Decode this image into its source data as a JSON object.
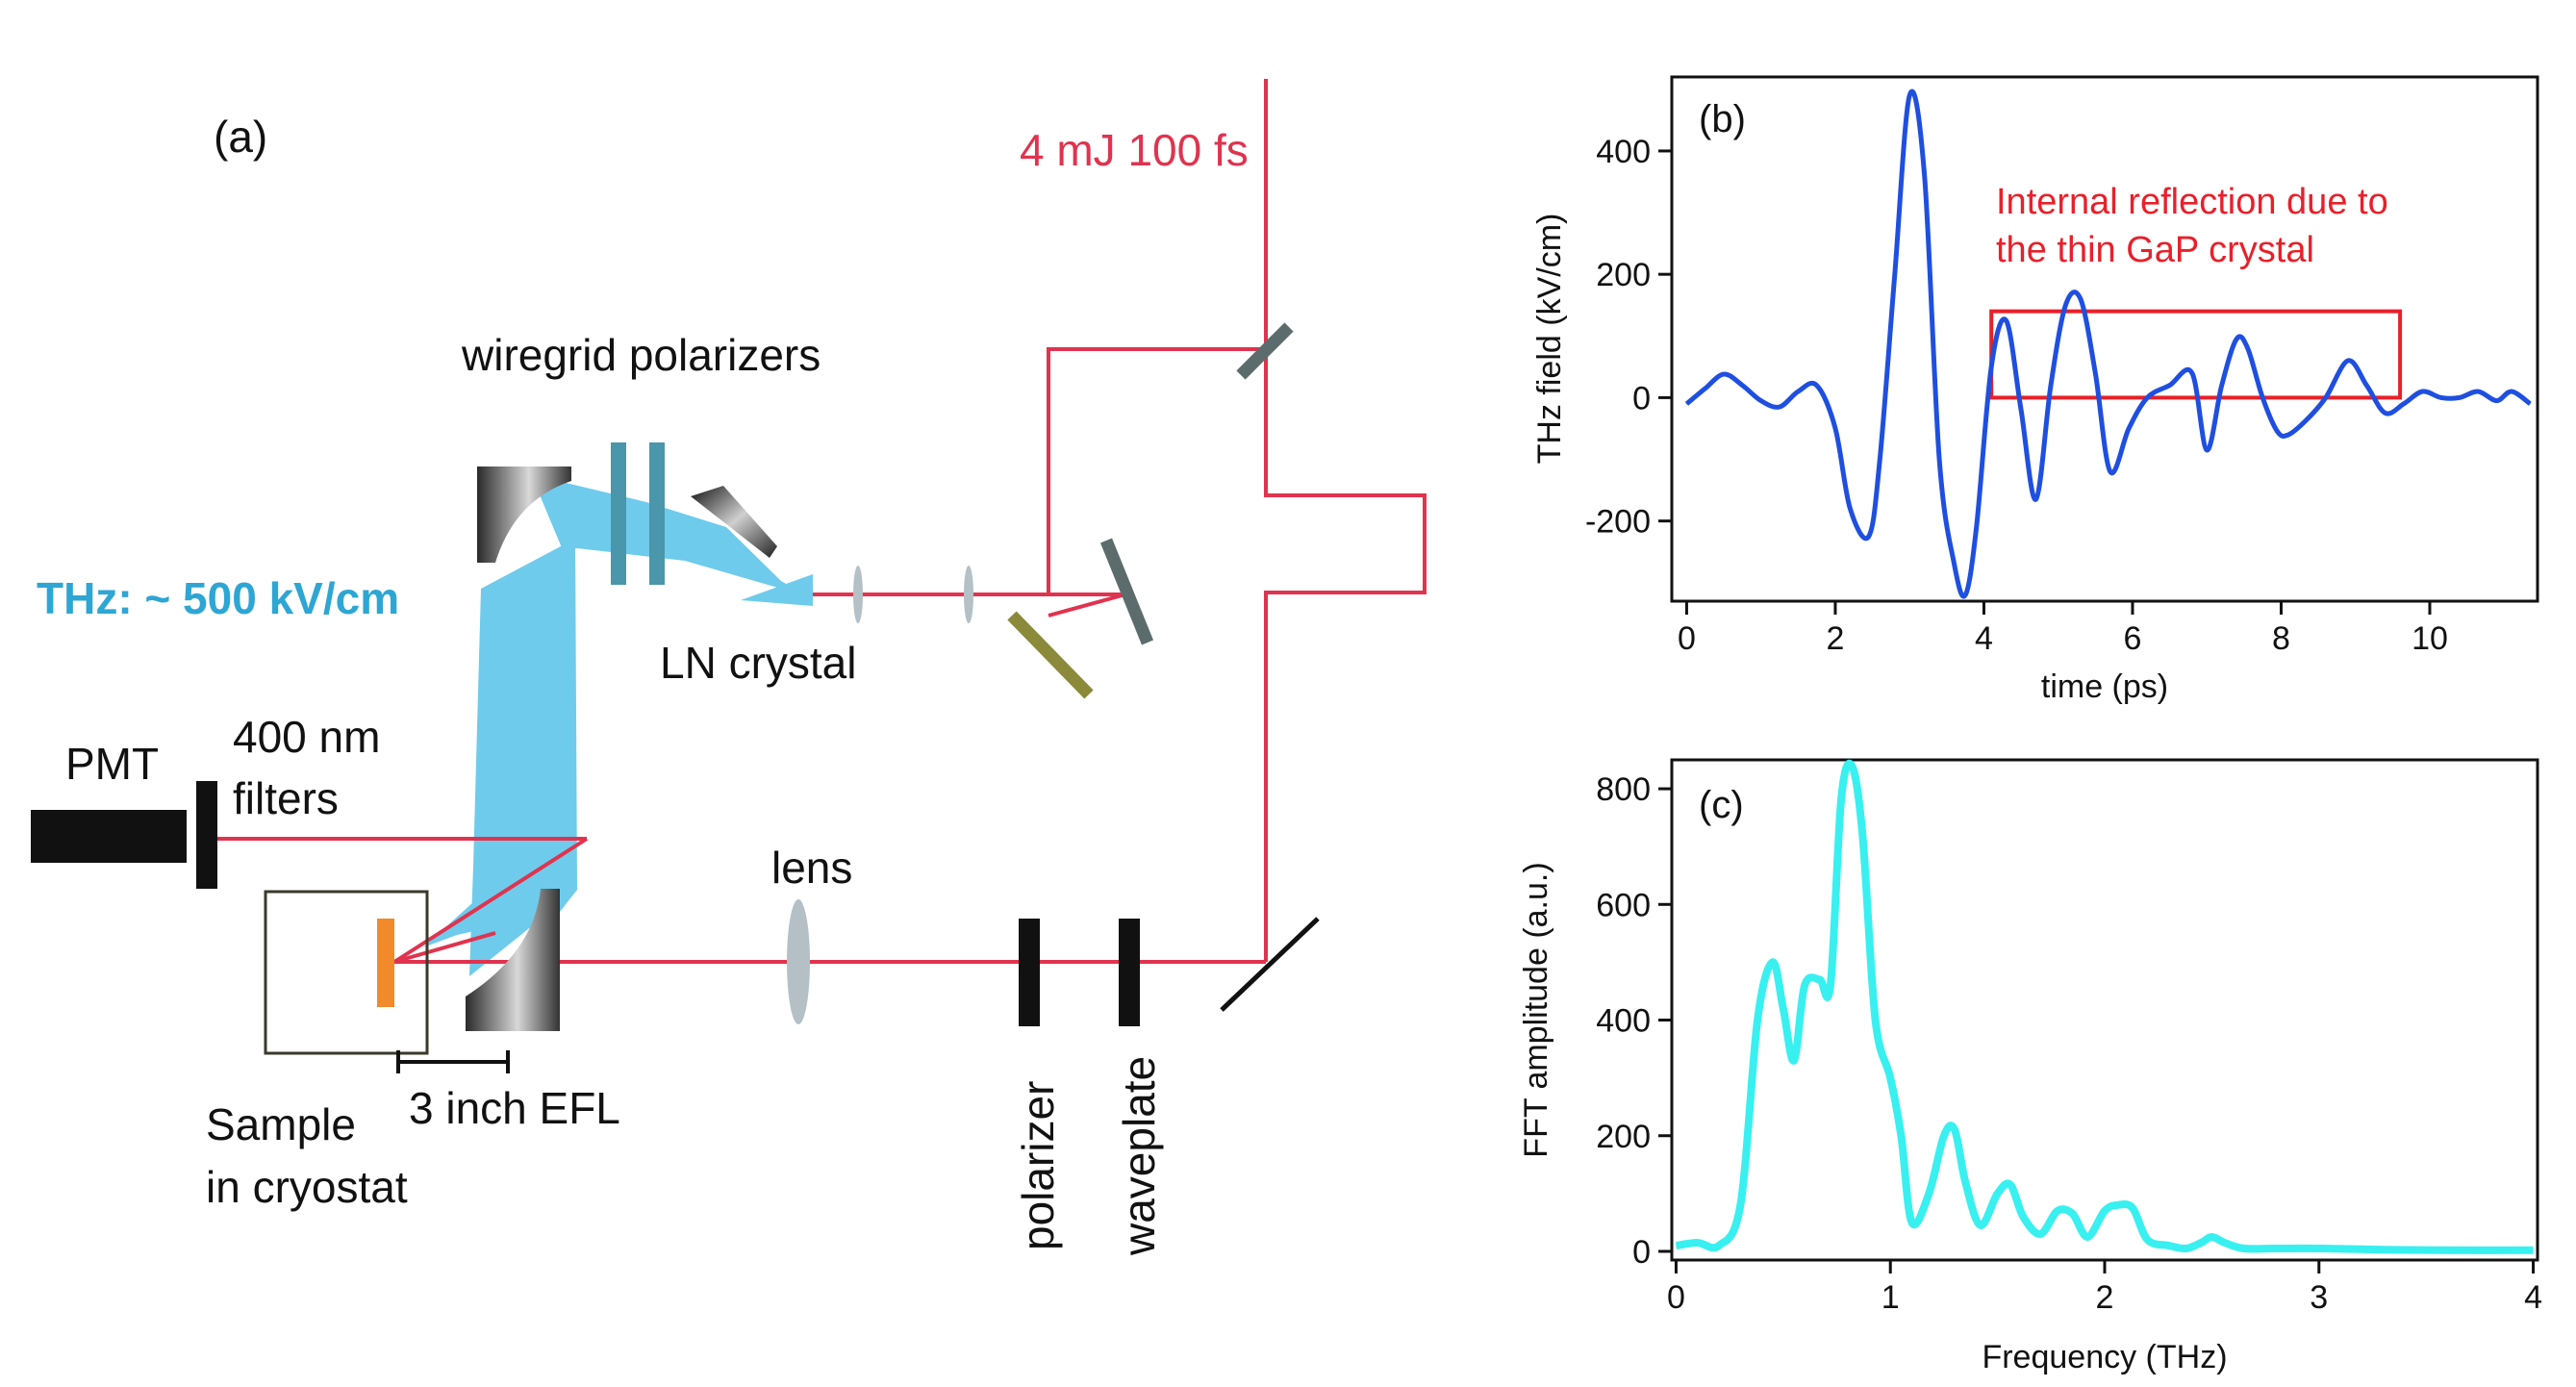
{
  "panel_a": {
    "letter": "(a)",
    "laser": "4 mJ 100 fs",
    "wiregrid": "wiregrid polarizers",
    "thz": "THz: ~ 500 kV/cm",
    "ln_crystal": "LN crystal",
    "pmt": "PMT",
    "filters_line1": "400 nm",
    "filters_line2": "filters",
    "lens": "lens",
    "efl": "3 inch EFL",
    "sample_line1": "Sample",
    "sample_line2": "in cryostat",
    "polarizer": "polarizer",
    "waveplate": "waveplate"
  },
  "colors": {
    "beam": "#e0334f",
    "thz": "#6ecbec",
    "thz_text": "#2ea6d4",
    "red_text": "#e8202a",
    "field_trace": "#1f4fe0",
    "fft_trace": "#38f0f0"
  },
  "chart_data": [
    {
      "type": "line",
      "panel": "(b)",
      "xlabel": "time (ps)",
      "ylabel": "THz field (kV/cm)",
      "xlim": [
        -0.2,
        11.45
      ],
      "ylim": [
        -330,
        520
      ],
      "xticks": [
        0,
        2,
        4,
        6,
        8,
        10
      ],
      "yticks": [
        -200,
        0,
        200,
        400
      ],
      "annotation_line1": "Internal reflection due to",
      "annotation_line2": "the thin GaP crystal",
      "annotation_box": {
        "x": [
          4.1,
          9.6
        ],
        "y": [
          0,
          140
        ]
      },
      "x": [
        0,
        0.25,
        0.5,
        0.75,
        1.0,
        1.25,
        1.5,
        1.75,
        2.0,
        2.2,
        2.45,
        2.6,
        2.8,
        3.0,
        3.2,
        3.4,
        3.6,
        3.75,
        3.9,
        4.1,
        4.3,
        4.5,
        4.7,
        4.9,
        5.1,
        5.3,
        5.5,
        5.7,
        5.95,
        6.2,
        6.5,
        6.8,
        7.0,
        7.2,
        7.4,
        7.55,
        7.75,
        7.95,
        8.1,
        8.35,
        8.6,
        8.9,
        9.15,
        9.4,
        9.65,
        9.9,
        10.15,
        10.4,
        10.65,
        10.9,
        11.1,
        11.35
      ],
      "values": [
        -10,
        15,
        38,
        20,
        -5,
        -15,
        10,
        20,
        -50,
        -180,
        -225,
        -100,
        200,
        490,
        360,
        -100,
        -270,
        -320,
        -210,
        50,
        125,
        -20,
        -165,
        20,
        150,
        160,
        40,
        -120,
        -50,
        0,
        20,
        40,
        -85,
        20,
        95,
        80,
        0,
        -55,
        -60,
        -35,
        0,
        60,
        20,
        -25,
        -10,
        10,
        0,
        0,
        10,
        -5,
        10,
        -10
      ],
      "series": [
        {
          "values_ref": "values"
        }
      ]
    },
    {
      "type": "line",
      "panel": "(c)",
      "xlabel": "Frequency (THz)",
      "ylabel": "FFT amplitude (a.u.)",
      "xlim": [
        -0.02,
        4.02
      ],
      "ylim": [
        -15,
        850
      ],
      "xticks": [
        0,
        1,
        2,
        3,
        4
      ],
      "yticks": [
        0,
        200,
        400,
        600,
        800
      ],
      "x": [
        0,
        0.1,
        0.2,
        0.3,
        0.38,
        0.45,
        0.5,
        0.55,
        0.6,
        0.67,
        0.72,
        0.77,
        0.82,
        0.87,
        0.93,
        1.0,
        1.05,
        1.1,
        1.18,
        1.25,
        1.3,
        1.35,
        1.42,
        1.5,
        1.56,
        1.62,
        1.7,
        1.78,
        1.85,
        1.92,
        2.0,
        2.06,
        2.13,
        2.2,
        2.3,
        2.38,
        2.45,
        2.5,
        2.56,
        2.65,
        2.8,
        3.0,
        3.3,
        3.6,
        4.0
      ],
      "values": [
        10,
        15,
        10,
        80,
        400,
        500,
        420,
        330,
        460,
        470,
        460,
        780,
        840,
        720,
        400,
        300,
        200,
        50,
        100,
        200,
        210,
        120,
        45,
        100,
        115,
        60,
        30,
        70,
        65,
        25,
        70,
        80,
        75,
        20,
        10,
        5,
        15,
        25,
        15,
        5,
        5,
        5,
        3,
        2,
        2
      ]
    }
  ]
}
